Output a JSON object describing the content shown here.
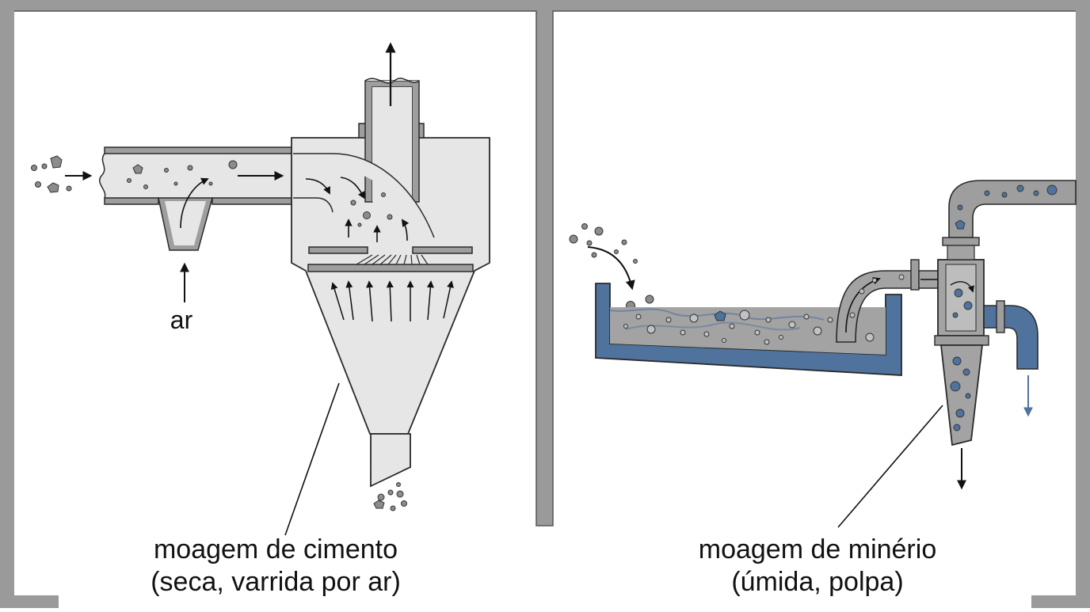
{
  "left_panel": {
    "air_label": "ar",
    "caption_line1": "moagem de cimento",
    "caption_line2": "(seca, varrida por ar)"
  },
  "right_panel": {
    "caption_line1": "moagem de minério",
    "caption_line2": "(úmida, polpa)"
  },
  "colors": {
    "frame": "#9a9a9a",
    "equipment_fill": "#e6e6e6",
    "pipe_gray": "#9e9e9e",
    "particle_gray": "#8c8c8c",
    "water_blue": "#4f739c",
    "slurry_gray": "#a3a3a3",
    "outline": "#2a2a2a"
  }
}
